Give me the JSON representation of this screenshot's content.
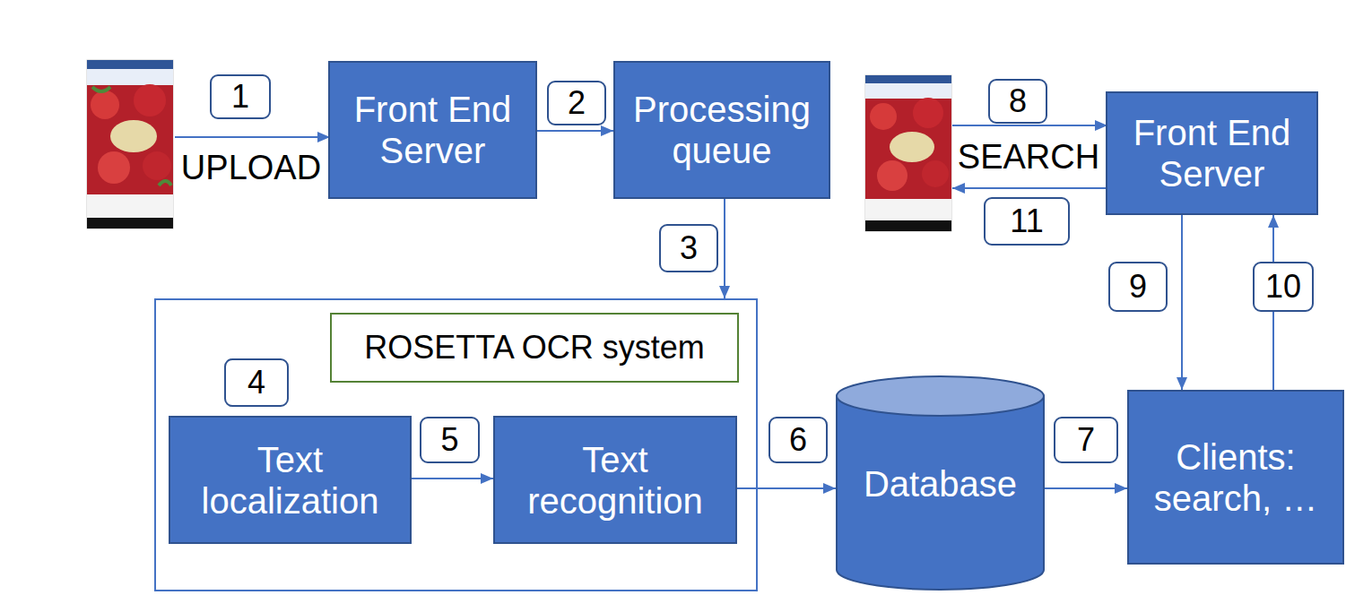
{
  "diagram": {
    "nodes": [
      {
        "text": [
          "Front End Server"
        ]
      },
      {
        "text": [
          "Processing queue"
        ]
      },
      {
        "text": [
          "Front End Server"
        ]
      },
      {
        "text": [
          "ROSETTA OCR system"
        ]
      },
      {
        "text": [
          "Text localization"
        ],
        "in": 3
      },
      {
        "text": [
          "Text recognition"
        ],
        "in": 3
      },
      {
        "text": [
          "Database"
        ]
      },
      {
        "text": [
          "Clients: search, …"
        ]
      }
    ],
    "edges": [
      {
        "from": 0,
        "to": 1,
        "arrow": "to"
      },
      {
        "from": 1,
        "to": 3,
        "arrow": "to"
      },
      {
        "from": 4,
        "to": 5,
        "arrow": "to"
      },
      {
        "from": 5,
        "to": 6,
        "arrow": "to"
      },
      {
        "from": 6,
        "to": 7,
        "arrow": "to"
      },
      {
        "from": 2,
        "to": 7,
        "arrow": "to"
      },
      {
        "from": 7,
        "to": 2,
        "arrow": "to"
      }
    ],
    "labels": [
      "1",
      "UPLOAD",
      "2",
      "8",
      "SEARCH",
      "11",
      "3",
      "9",
      "10",
      "4",
      "5",
      "6",
      "7"
    ]
  }
}
